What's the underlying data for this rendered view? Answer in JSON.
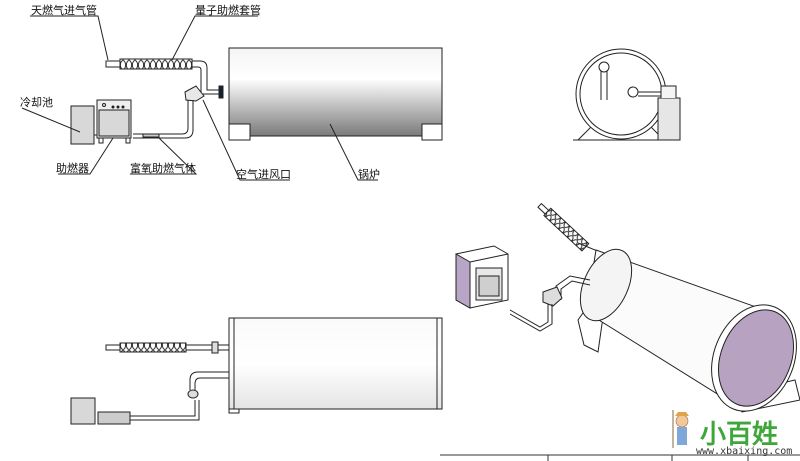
{
  "labels": {
    "gas_inlet_pipe": "天燃气进气管",
    "quantum_sleeve": "量子助燃套管",
    "cooling_tank": "冷却池",
    "combustion_aid": "助燃器",
    "oxygen_gas": "富氧助燃气体",
    "air_inlet": "空气进风口",
    "boiler": "锅炉"
  },
  "watermark": {
    "brand": "小百姓",
    "url": "www.xbaixing.com"
  },
  "colors": {
    "line": "#222222",
    "boiler_end": "#b8a2c2",
    "watermark_green": "#3fa63a",
    "watermark_orange": "#e88a2a"
  }
}
